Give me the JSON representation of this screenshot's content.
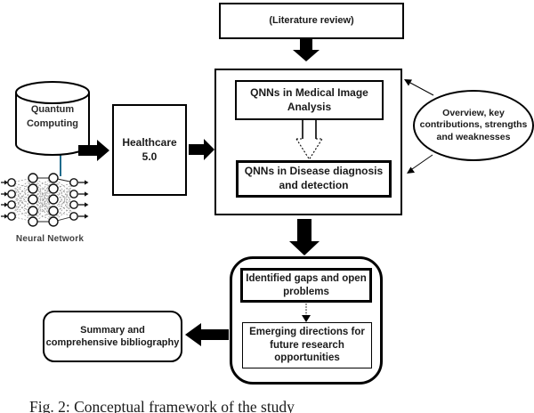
{
  "nodes": {
    "literature": {
      "label": "(Literature review)"
    },
    "quantum": {
      "label": "Quantum Computing"
    },
    "neural_network": {
      "label": "Neural Network"
    },
    "healthcare": {
      "label": "Healthcare 5.0"
    },
    "qnn_medical": {
      "label": "QNNs in Medical Image Analysis"
    },
    "qnn_disease": {
      "label": "QNNs in Disease diagnosis and detection"
    },
    "overview": {
      "label": "Overview, key contributions, strengths and weaknesses"
    },
    "gaps": {
      "label": "Identified gaps and open problems"
    },
    "emerging": {
      "label": "Emerging directions for future research opportunities"
    },
    "summary": {
      "label": "Summary and comprehensive bibliography"
    }
  },
  "caption": "Fig. 2: Conceptual framework of the study",
  "colors": {
    "accent_connector": "#1f6b8c",
    "border": "#000000",
    "nn_connection_gray": "#8f8f8f"
  }
}
